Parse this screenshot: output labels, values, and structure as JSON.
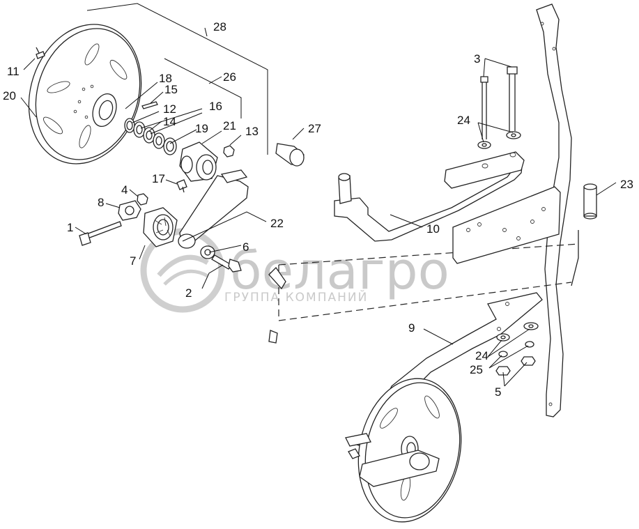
{
  "watermark": {
    "brand": "белагро",
    "tagline": "ГРУППА КОМПАНИЙ",
    "color": "#c9c9c9"
  },
  "callouts": [
    {
      "id": "c28",
      "text": "28"
    },
    {
      "id": "c11",
      "text": "11"
    },
    {
      "id": "c20",
      "text": "20"
    },
    {
      "id": "c26",
      "text": "26"
    },
    {
      "id": "c18",
      "text": "18"
    },
    {
      "id": "c15",
      "text": "15"
    },
    {
      "id": "c12",
      "text": "12"
    },
    {
      "id": "c16",
      "text": "16"
    },
    {
      "id": "c14",
      "text": "14"
    },
    {
      "id": "c19",
      "text": "19"
    },
    {
      "id": "c21",
      "text": "21"
    },
    {
      "id": "c13",
      "text": "13"
    },
    {
      "id": "c27",
      "text": "27"
    },
    {
      "id": "c17",
      "text": "17"
    },
    {
      "id": "c4",
      "text": "4"
    },
    {
      "id": "c8",
      "text": "8"
    },
    {
      "id": "c1",
      "text": "1"
    },
    {
      "id": "c22",
      "text": "22"
    },
    {
      "id": "c6",
      "text": "6"
    },
    {
      "id": "c7",
      "text": "7"
    },
    {
      "id": "c2",
      "text": "2"
    },
    {
      "id": "c3",
      "text": "3"
    },
    {
      "id": "c24a",
      "text": "24"
    },
    {
      "id": "c10",
      "text": "10"
    },
    {
      "id": "c23",
      "text": "23"
    },
    {
      "id": "c9",
      "text": "9"
    },
    {
      "id": "c24b",
      "text": "24"
    },
    {
      "id": "c25",
      "text": "25"
    },
    {
      "id": "c5",
      "text": "5"
    }
  ]
}
